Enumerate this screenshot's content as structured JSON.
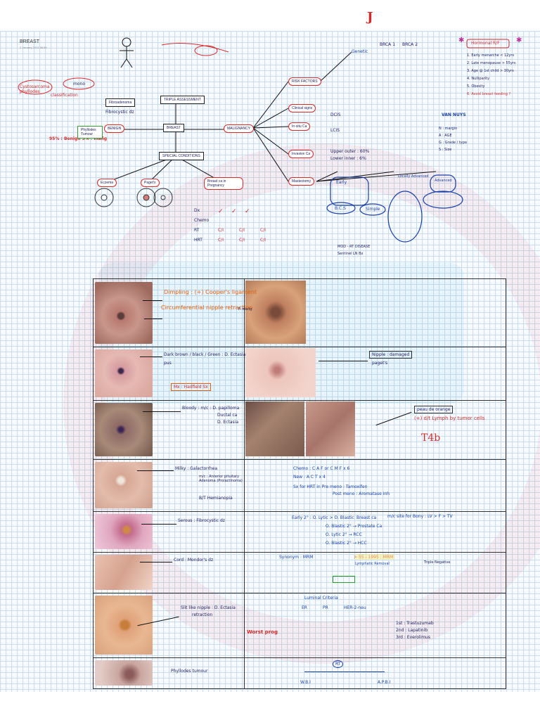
{
  "header": {
    "mark": "J"
  },
  "sheet": {
    "title": "BREAST",
    "date": "2 January 2023   08:50"
  },
  "top": {
    "central": "BREAST",
    "triple_assessment": "TRIPLE ASSESSMENT",
    "benign": "BENIGN",
    "malignancy": "MALIGNANCY",
    "special": "SPECIAL CONDITIONS",
    "eczema": "Eczema",
    "paget": "Paget's",
    "preg": "Breast ca in Pregnancy",
    "risk": "RISK FACTORS",
    "clinical": "Clinical signs",
    "insitu": "In-situ Ca",
    "invasive": "Invasive Ca",
    "mastectomy": "Mastectomy",
    "rf_box": "Hormonal R/F",
    "benign_ratio": "95% : Benign  5% : malig",
    "fibroadenoma": "Fibroadenoma",
    "phyllodes": "Phyllodes Tumour",
    "fcd": "Fibrocystic dz",
    "cystosarcoma": "Cystosarcoma phyllodes",
    "mono": "mono",
    "classification": "classification",
    "lcis": "LCIS",
    "dcis": "DCIS",
    "breastfeeding": "Breast feeding",
    "van_nuys": "VAN NUYS",
    "genetic": "Genetic",
    "brca1": "BRCA 1",
    "brca2": "BRCA 2",
    "early": "Early",
    "locally": "Locally Advanced",
    "advanced": "Advanced",
    "bcs": "B.C.S",
    "simple": "Simple",
    "mod_radical": "MOD - RT DISEASE",
    "sentinel": "Sentinel LN Bx",
    "dx": "Dx",
    "chemo": "Chemo",
    "rt": "RT",
    "hrt": "HRT",
    "ci": "C/I",
    "van_rows": [
      "N : margin",
      "A : AGE",
      "G : Grade / type",
      "S : Size"
    ],
    "rf_rows": [
      "1. Early menarche < 12yrs",
      "2. Late menopause > 55yrs",
      "3. Age @ 1st child > 30yrs",
      "4. Nulliparity",
      "5. Obesity",
      "6. Avoid breast feeding ?"
    ],
    "upper_outer": "Upper outer : 60%",
    "lower_inner": "Lower inner : 6%"
  },
  "rows": [
    {
      "label1": "Dimpling : (+) Cooper's ligament",
      "label2": "Circumferential nipple retraction",
      "label3": "P. malig"
    },
    {
      "label1": "Dark brown / black / Green : D. Ectasia",
      "label2": "pus",
      "label3": "Mx : Hadfield Sx",
      "label4": "Nipple : damaged",
      "label5": "paget's"
    },
    {
      "label1": "Bloody : m/c : D. papilloma",
      "label2": "Ductal ca",
      "label3": "D. Ectasia",
      "label4": "peau de orange",
      "label5": "(+) d/t Lymph by tumor cells",
      "label6": "T4b"
    },
    {
      "label1": "Milky : Galactorrhea",
      "label2": "m/c : Anterior pituitary Adenoma (Prolactinoma)",
      "label3": "B/T Hemianopia",
      "label4": "Chemo : C A F  or  C M F  x 6",
      "label5": "New : A C T  x 4",
      "label6": "Sx for HRT in Pre meno : Tamoxifen",
      "label7": "Post meno : Aromatase Inh"
    },
    {
      "label1": "Serous : Fibrocystic dz",
      "label2": "Early 2° : O. Lytic > O. Blastic",
      "label3": "Breast ca",
      "label4": "m/c site for Bony : LV > F > TV",
      "label5": "O. Blastic 2° → Prostate Ca",
      "label6": "O. Lytic 2° → RCC",
      "label7": "O. Blastic 2° → HCC"
    },
    {
      "label1": "Cord : Mondor's dz",
      "label2": "Synonym : MRM",
      "label3": "> 55 - 1995 : MRM",
      "label4": "Lymphatic Removal",
      "label5": "Triple Negative"
    },
    {
      "label1": "Slit like nipple : D. Ectasia",
      "label2": "retraction",
      "label3": "Luminal Criteria",
      "label4": "ER",
      "label5": "PR",
      "label6": "HER-2-neu",
      "label7": "Worst prog",
      "label8": "1st : Trastuzumab",
      "label9": "2nd : Lapatinib",
      "label10": "3rd : Everolimus"
    },
    {
      "label1": "Phyllodes tumour",
      "label2": "W.B.I",
      "label3": "A.P.B.I",
      "label4": "RT"
    }
  ]
}
